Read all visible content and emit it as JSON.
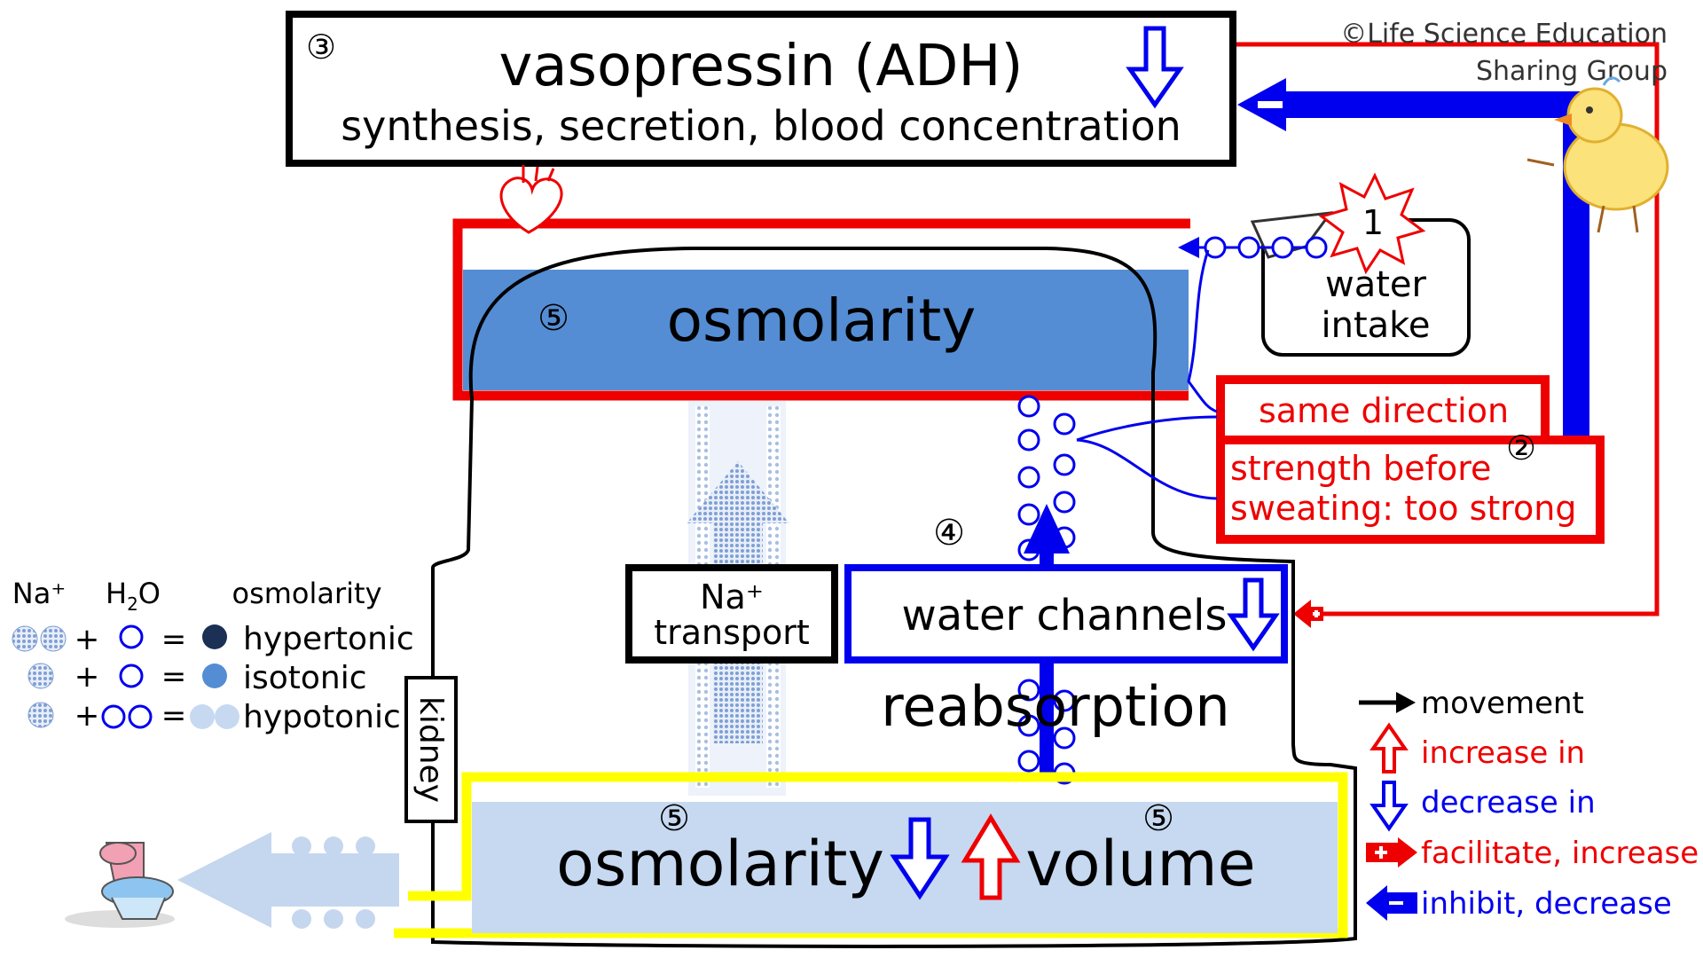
{
  "copyright": {
    "line1": "©Life Science Education",
    "line2": "Sharing Group"
  },
  "markers": {
    "m1": "1",
    "m2": "②",
    "m3": "③",
    "m4": "④",
    "m5": "⑤"
  },
  "adh_box": {
    "title": "vasopressin (ADH)",
    "subtitle": "synthesis, secretion, blood concentration"
  },
  "blood": {
    "label": "osmolarity"
  },
  "water_intake": {
    "line1": "water",
    "line2": "intake"
  },
  "sweat_box": {
    "same_direction": "same direction",
    "line1": "strength before",
    "line2": "sweating: too strong"
  },
  "kidney": {
    "label": "kidney",
    "na_transport_1": "Na⁺",
    "na_transport_2": "transport",
    "water_channels": "water channels",
    "reabsorption": "reabsorption"
  },
  "urine": {
    "osmolarity": "osmolarity",
    "volume": "volume"
  },
  "key_left": {
    "na": "Na⁺",
    "h2o_main": "H",
    "h2o_sub": "2",
    "h2o_end": "O",
    "osmolarity": "osmolarity",
    "plus": "+",
    "equals": "=",
    "hypertonic": "hypertonic",
    "isotonic": "isotonic",
    "hypotonic": "hypotonic"
  },
  "legend_right": {
    "movement": "movement",
    "increase": "increase in",
    "decrease": "decrease in",
    "facilitate": "facilitate, increase",
    "inhibit": "inhibit, decrease"
  },
  "colors": {
    "red": "#ee0000",
    "blue": "#0000ee",
    "dark_blue": "#1c2f55",
    "blood_fill": "#548dd4",
    "urine_fill": "#c6d9f1",
    "yellow": "#ffff00",
    "na_dot": "#7f9fd4",
    "pale_arrow": "#c5d6ef"
  },
  "icons": [
    "heart-icon",
    "chick-icon",
    "toilet-icon",
    "cup-icon",
    "burst-icon"
  ]
}
